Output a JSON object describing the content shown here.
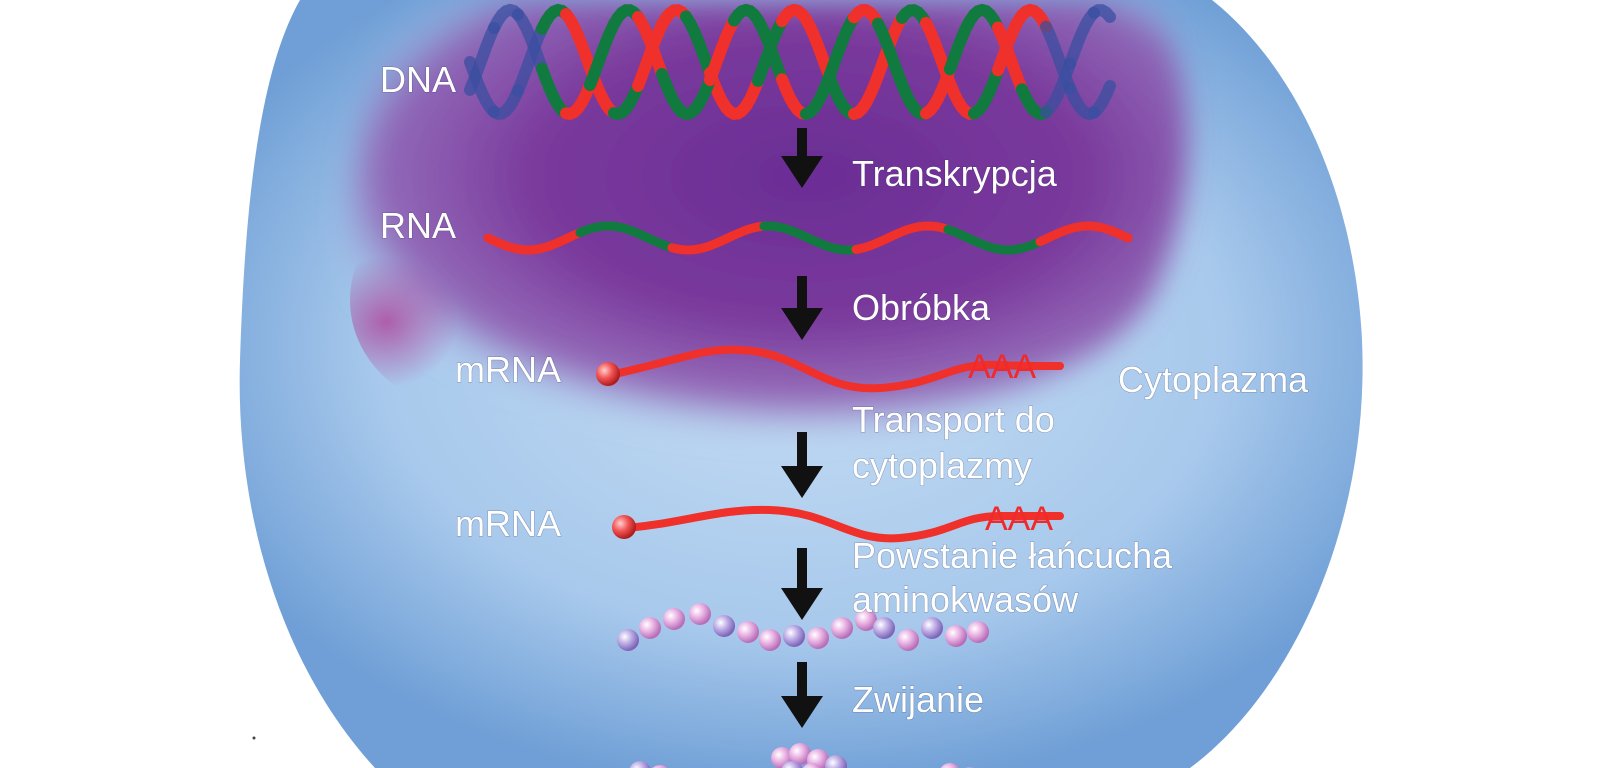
{
  "labels": {
    "dna": "DNA",
    "rna": "RNA",
    "mrna_nucleus": "mRNA",
    "mrna_cytoplasm": "mRNA",
    "poly_a_1": "AAA",
    "poly_a_2": "AAA",
    "cytoplasm": "Cytoplazma"
  },
  "steps": {
    "transcription": "Transkrypcja",
    "processing": "Obróbka",
    "transport_line1": "Transport do",
    "transport_line2": "cytoplazmy",
    "chain_line1": "Powstanie łańcucha",
    "chain_line2": "aminokwasów",
    "folding": "Zwijanie"
  },
  "colors": {
    "cell": "#7fb0e0",
    "nucleus": "#7d2e9a",
    "strand_red": "#f0302a",
    "strand_green": "#117a3e",
    "strand_blue": "#3a4fa0",
    "arrow": "#111111",
    "bead_pink": "#e2a6df",
    "bead_lilac": "#b5a0de"
  }
}
